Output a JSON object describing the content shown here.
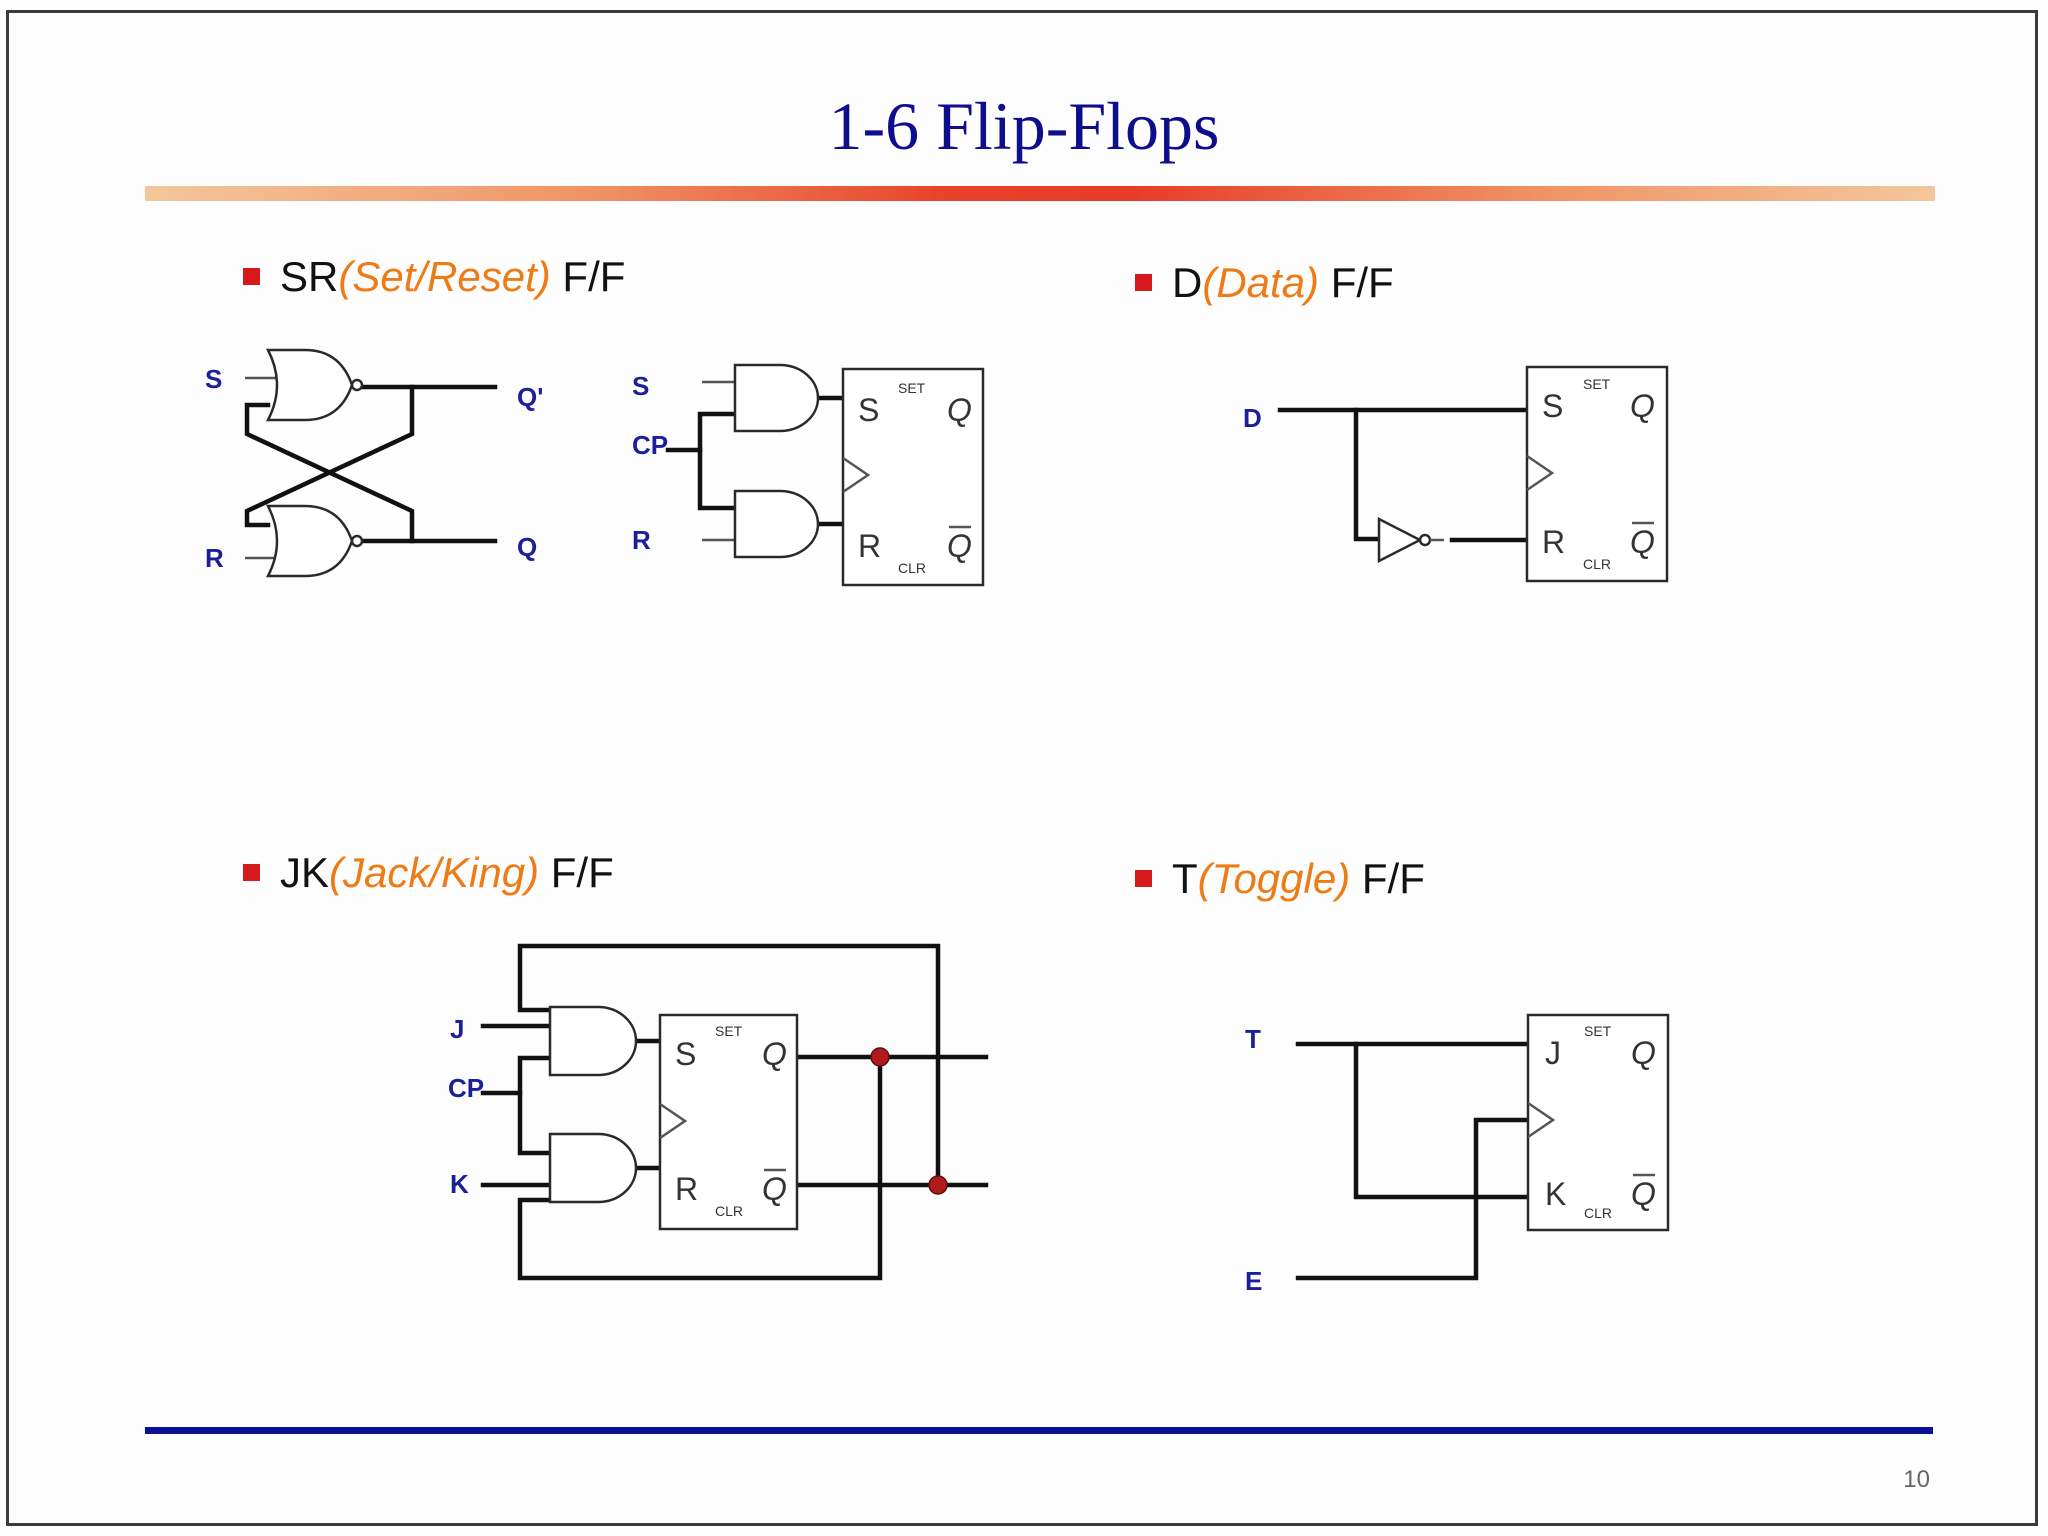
{
  "slide": {
    "title": "1-6  Flip-Flops",
    "page_number": "10"
  },
  "sections": {
    "sr": {
      "name": "SR",
      "paren": "(Set/Reset)",
      "suffix": " F/F"
    },
    "d": {
      "name": "D",
      "paren": "(Data)",
      "suffix": " F/F"
    },
    "jk": {
      "name": "JK",
      "paren": "(Jack/King)",
      "suffix": " F/F"
    },
    "t": {
      "name": "T",
      "paren": "(Toggle)",
      "suffix": " F/F"
    }
  },
  "labels": {
    "s": "S",
    "r": "R",
    "q_prime": "Q'",
    "q": "Q",
    "cp": "CP",
    "d": "D",
    "j": "J",
    "k": "K",
    "t": "T",
    "e": "E"
  },
  "pins": {
    "s": "S",
    "r": "R",
    "j": "J",
    "k": "K",
    "q": "Q",
    "q_bar": "Q",
    "set": "SET",
    "clr": "CLR"
  },
  "colors": {
    "title": "#0e0d8c",
    "accent_orange": "#ee7b15",
    "bullet_red": "#d6191d",
    "signal_blue": "#1b1f9a",
    "rule_blue": "#0c1095"
  }
}
